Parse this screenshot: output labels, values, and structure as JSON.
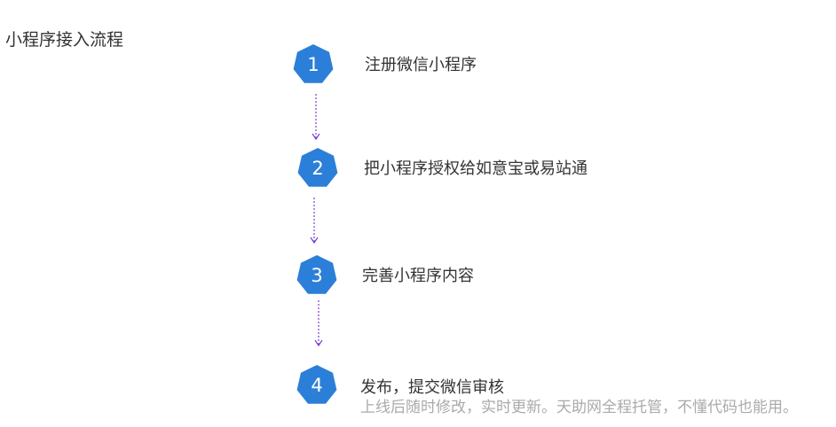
{
  "title": "小程序接入流程",
  "colors": {
    "step_fill": "#2b7fd8",
    "connector": "#7b3fd0",
    "text_primary": "#333333",
    "text_secondary": "#aaaaaa"
  },
  "steps": [
    {
      "number": "1",
      "label": "注册微信小程序"
    },
    {
      "number": "2",
      "label": "把小程序授权给如意宝或易站通"
    },
    {
      "number": "3",
      "label": "完善小程序内容"
    },
    {
      "number": "4",
      "label": "发布，提交微信审核",
      "sublabel": "上线后随时修改，实时更新。天助网全程托管，不懂代码也能用。"
    }
  ]
}
